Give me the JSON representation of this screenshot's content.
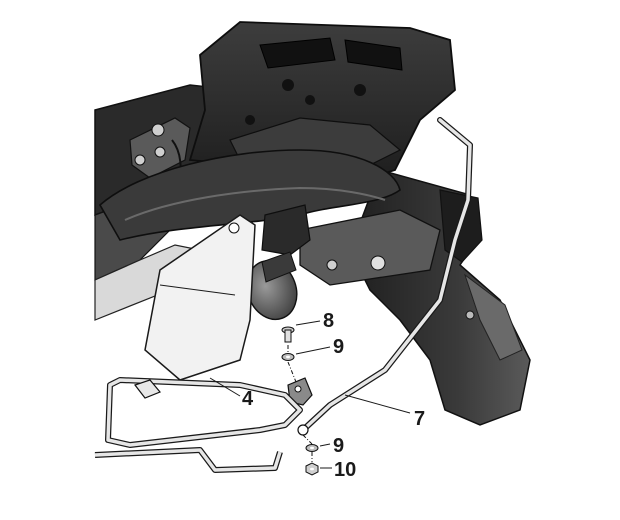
{
  "callouts": {
    "c8": "8",
    "c9a": "9",
    "c4": "4",
    "c7": "7",
    "c9b": "9",
    "c10": "10"
  },
  "colors": {
    "dark_plastic": "#2b2b2b",
    "mid_plastic": "#4a4a4a",
    "light_gray": "#d8d8d8",
    "metal": "#bdbdbd",
    "line": "#1a1a1a",
    "background": "#ffffff"
  }
}
